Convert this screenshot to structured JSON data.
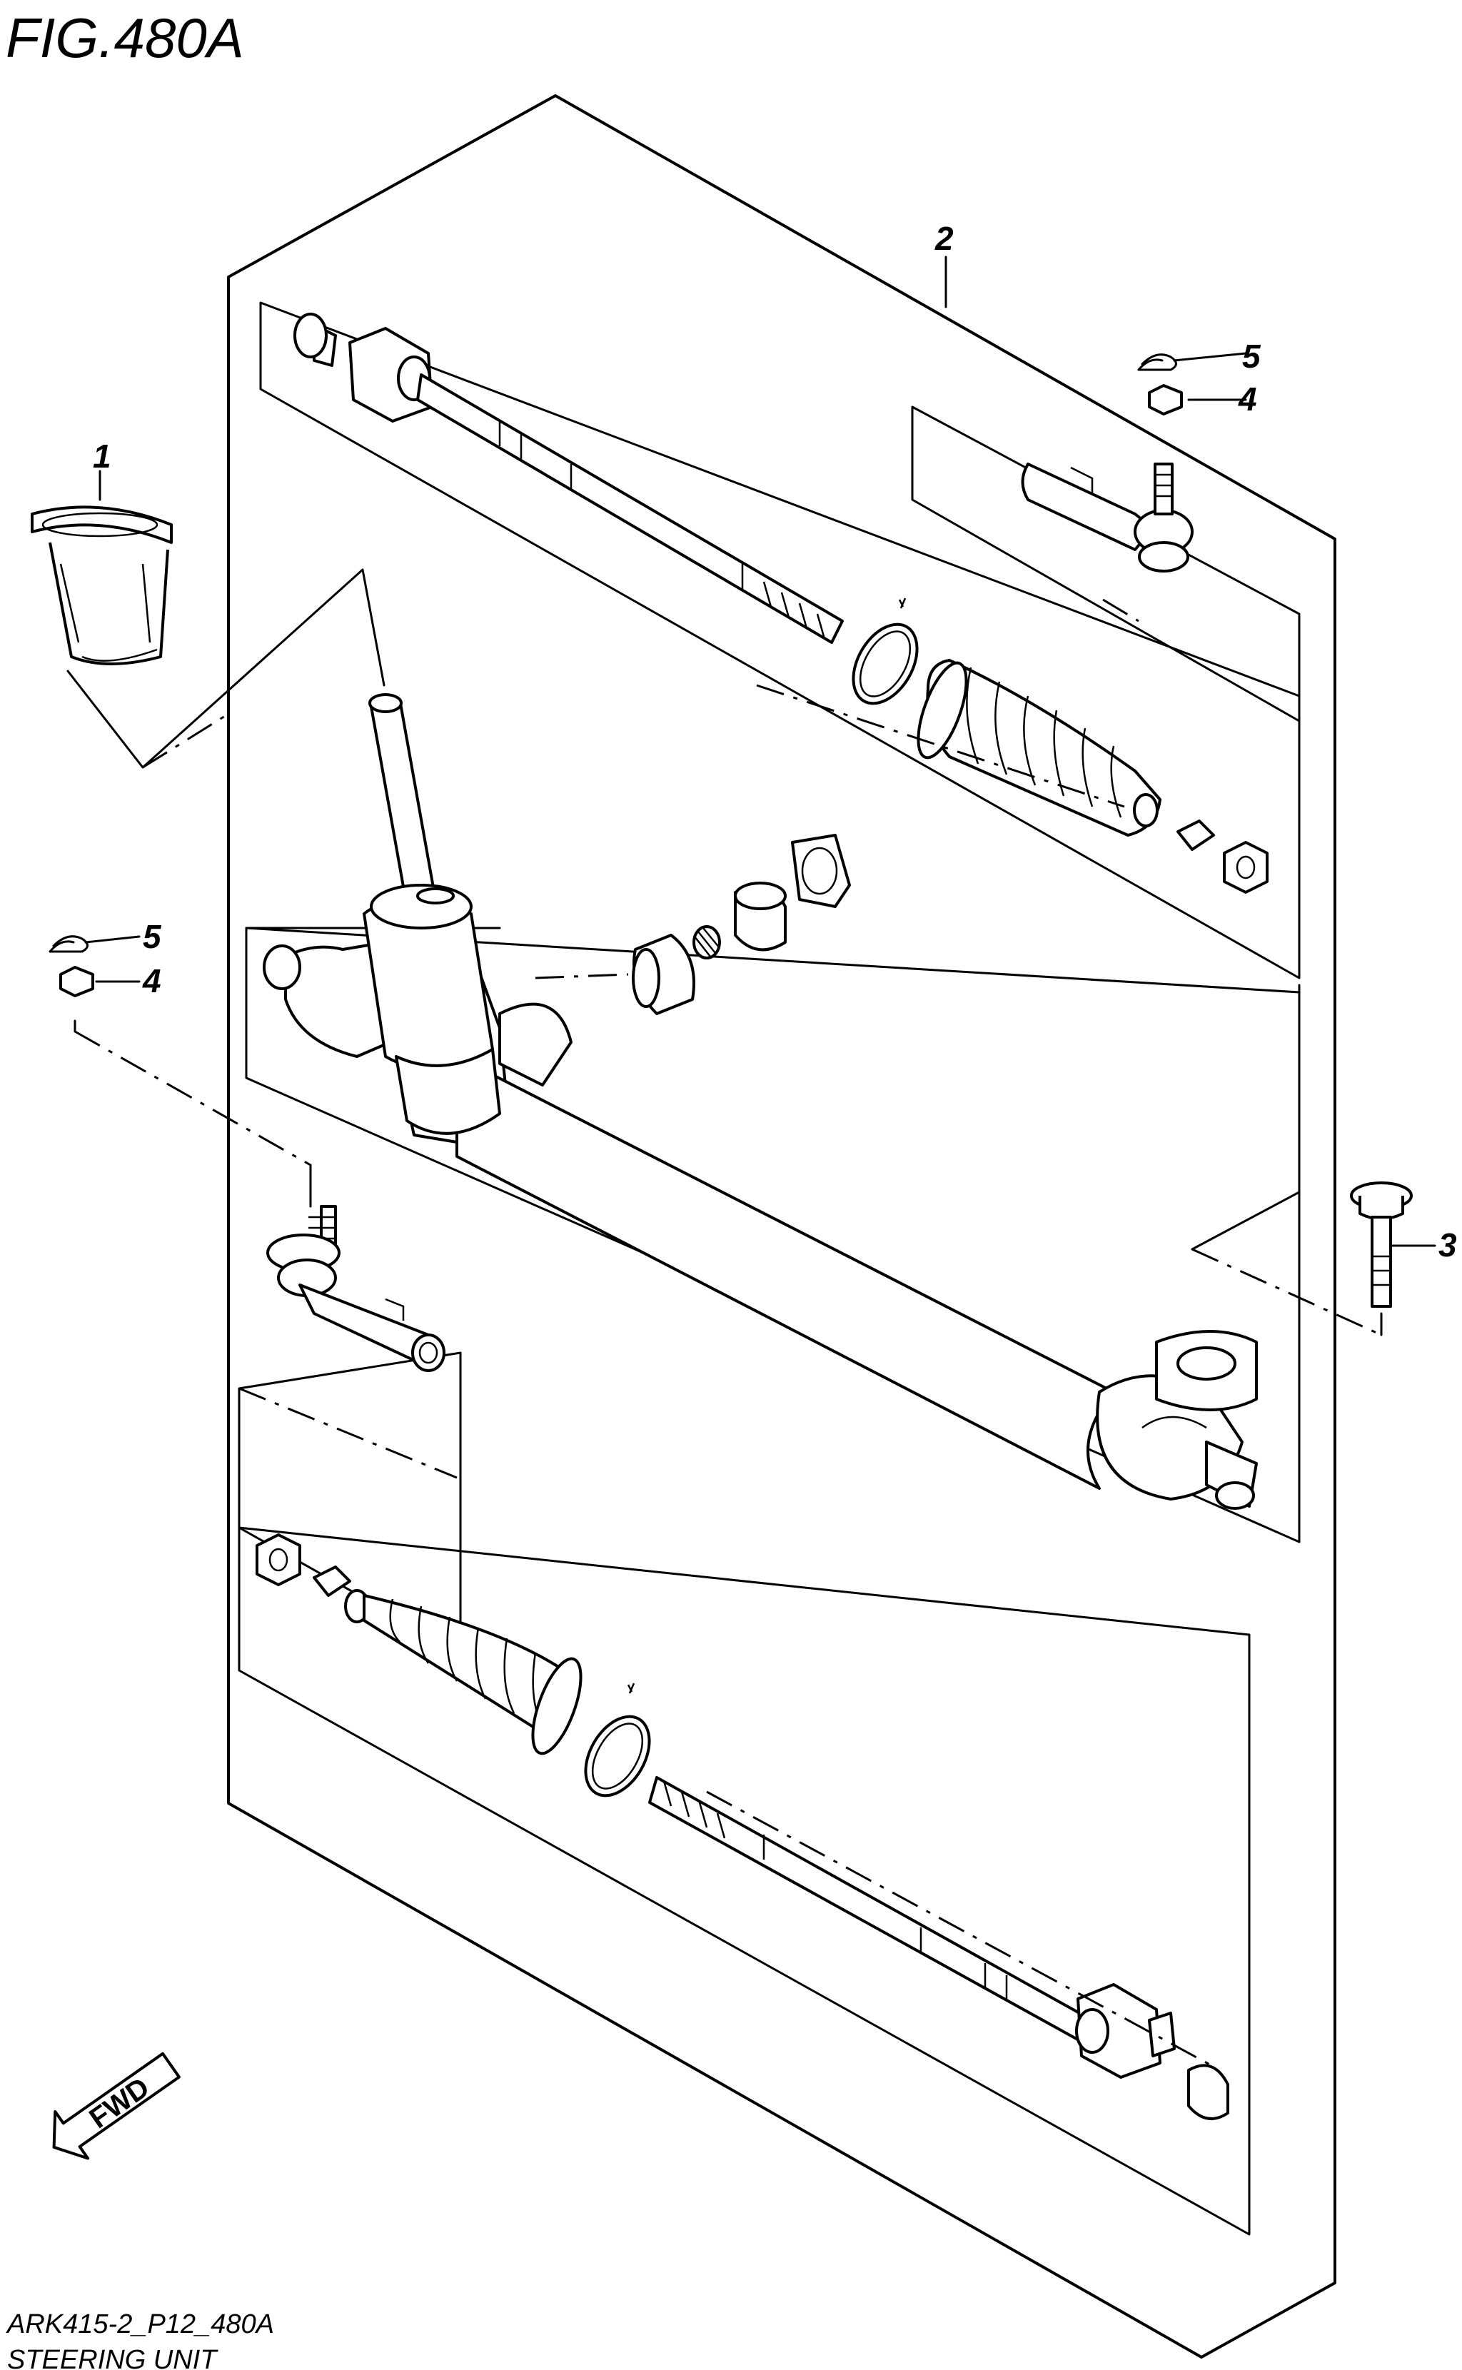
{
  "figure": {
    "title": "FIG.480A",
    "code": "ARK415-2_P12_480A",
    "name": "STEERING UNIT"
  },
  "callouts": [
    {
      "id": "1",
      "label": "1"
    },
    {
      "id": "2",
      "label": "2"
    },
    {
      "id": "3",
      "label": "3"
    },
    {
      "id": "4a",
      "label": "4"
    },
    {
      "id": "5a",
      "label": "5"
    },
    {
      "id": "4b",
      "label": "4"
    },
    {
      "id": "5b",
      "label": "5"
    }
  ],
  "direction_badge": {
    "label": "FWD",
    "icon": "arrow-left-down-icon"
  }
}
